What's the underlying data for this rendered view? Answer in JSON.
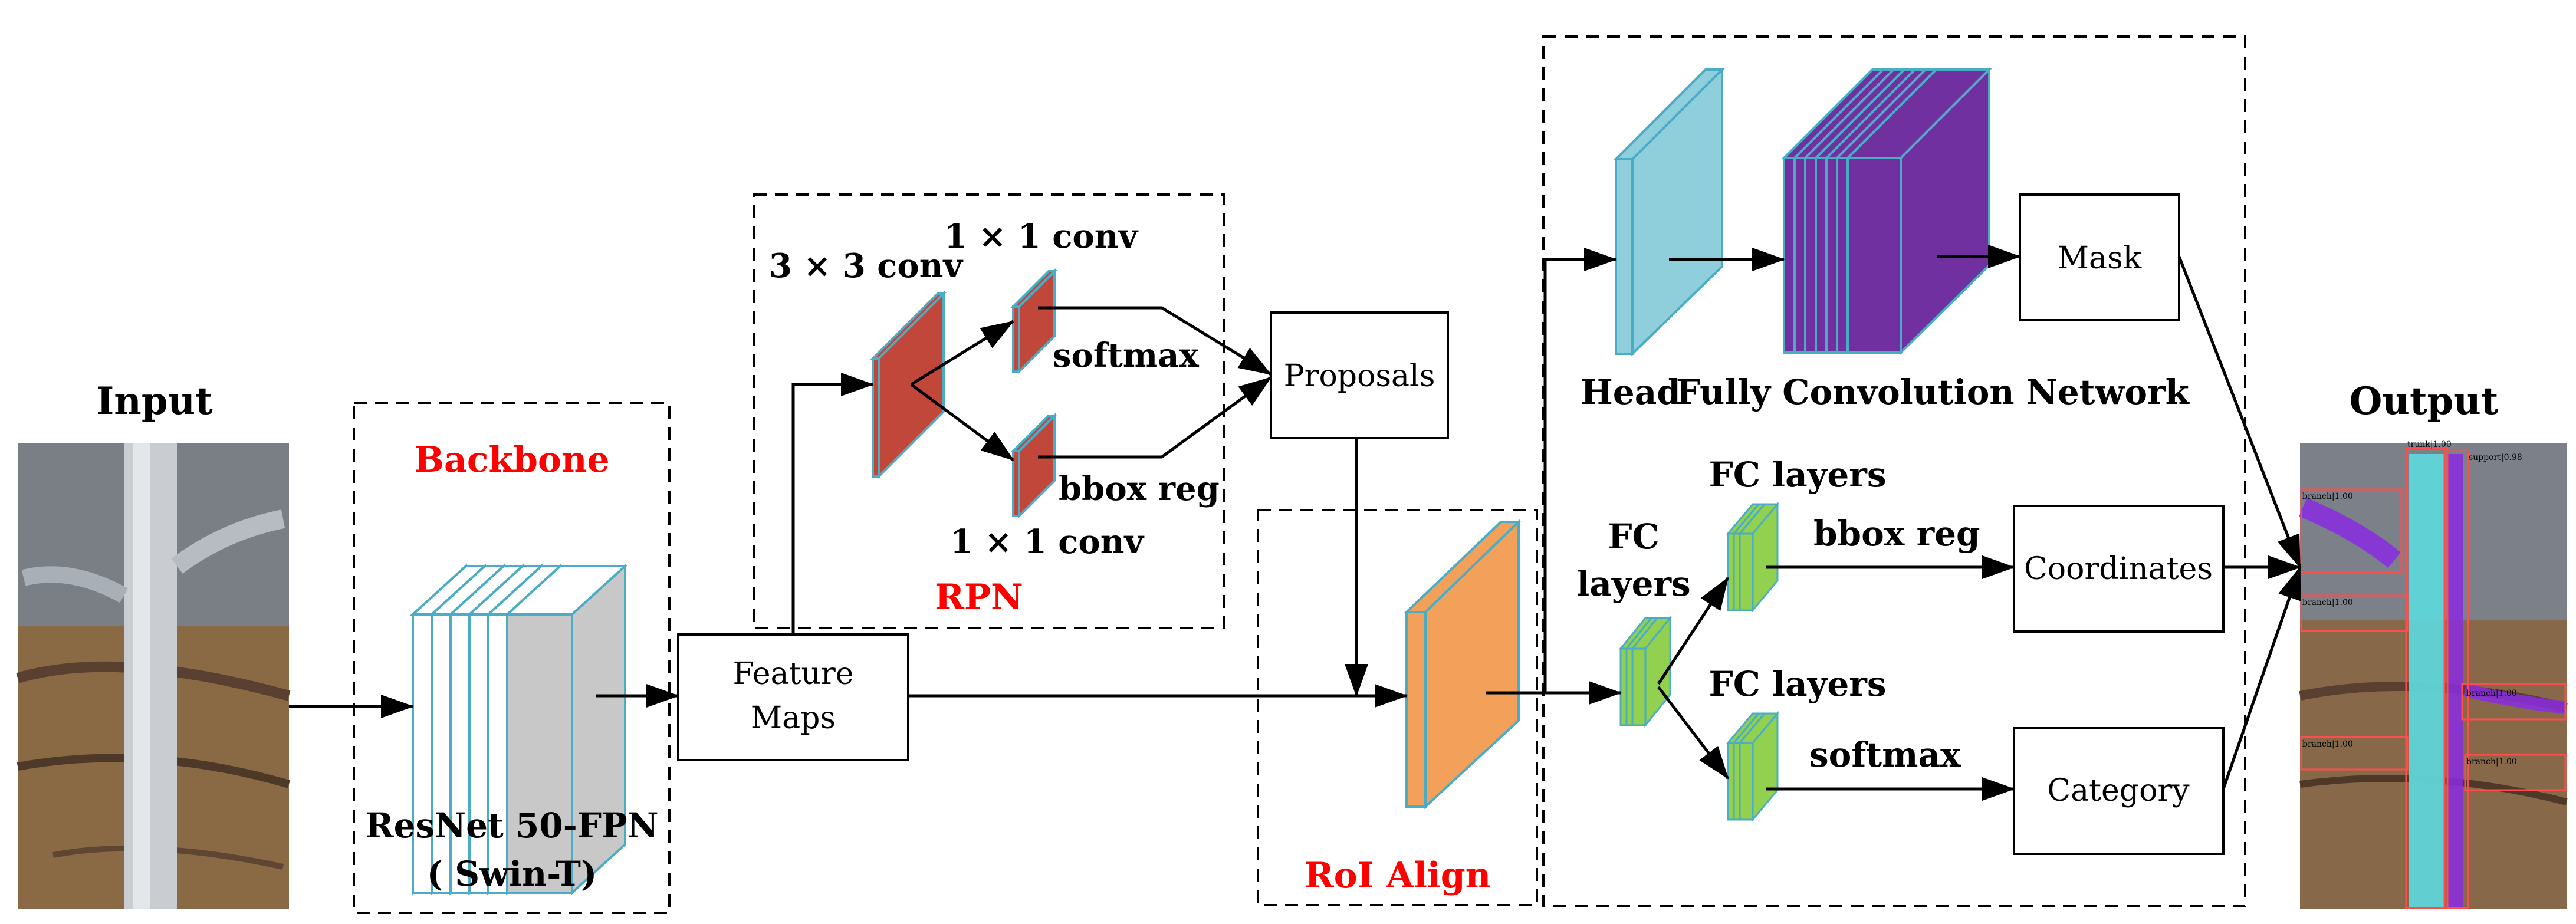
{
  "labels": {
    "input": "Input",
    "output": "Output",
    "backbone": "Backbone",
    "resnet": "ResNet 50-FPN",
    "swin": "( Swin-T)",
    "feature_maps_1": "Feature",
    "feature_maps_2": "Maps",
    "conv3": "3 × 3 conv",
    "conv1_top": "1 × 1 conv",
    "conv1_bottom": "1 × 1 conv",
    "softmax_rpn": "softmax",
    "bboxreg_rpn": "bbox reg",
    "rpn": "RPN",
    "proposals": "Proposals",
    "roi_align": "RoI Align",
    "head": "Head",
    "fcn": "Fully Convolution Network",
    "mask": "Mask",
    "fc_1": "FC",
    "fc_2": "layers",
    "fc_layers_top": "FC layers",
    "fc_layers_bottom": "FC layers",
    "bboxreg_head": "bbox reg",
    "softmax_head": "softmax",
    "coordinates": "Coordinates",
    "category": "Category"
  },
  "overlay_labels": [
    "trunk|1.00",
    "support|0.98",
    "branch|1.00",
    "branch|1.00",
    "branch|1.00",
    "branch|1.00",
    "branch|1.00"
  ],
  "colors": {
    "rpn_conv": "#c0473a",
    "roi_align": "#f2a05a",
    "head": "#8fcfdc",
    "fcn": "#7030a0",
    "fc": "#92d050",
    "outline": "#4bacc6",
    "backbone_face": "#c8c8c8",
    "label_red": "#ff0000",
    "trunk_mask": "#5fd5d8",
    "branch_mask": "#8a2be2"
  }
}
